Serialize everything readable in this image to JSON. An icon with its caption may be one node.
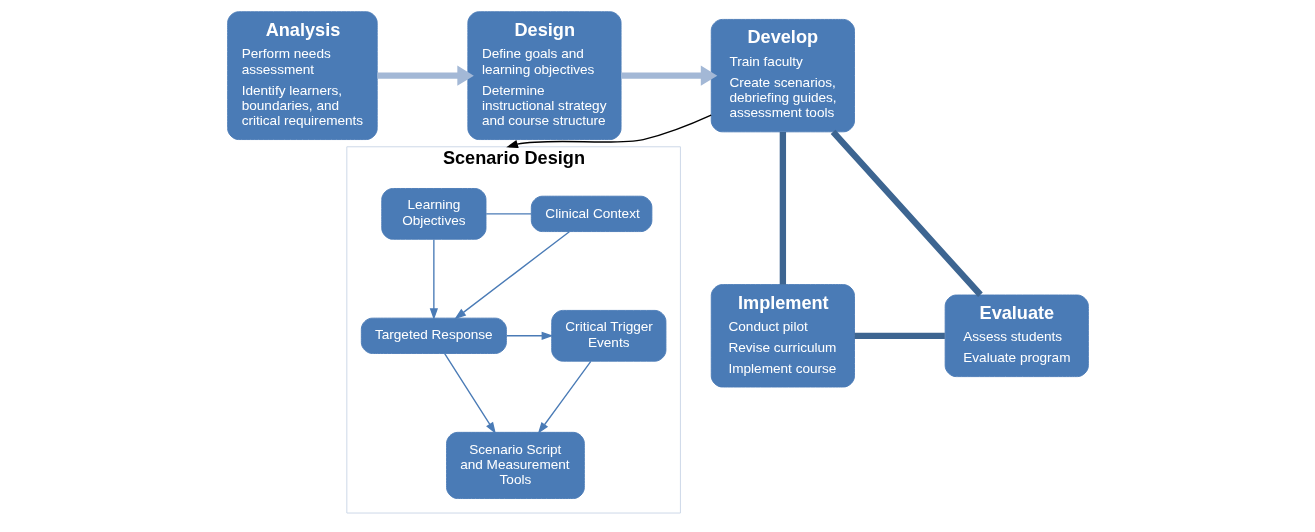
{
  "diagram": {
    "nodes": [
      {
        "text": [
          "Analysis",
          "Perform needs assessment",
          "Identify learners, boundaries, and critical requirements"
        ]
      },
      {
        "text": [
          "Design",
          "Define goals and learning objectives",
          "Determine instructional strategy and course structure"
        ]
      },
      {
        "text": [
          "Develop",
          "Train faculty",
          "Create scenarios, debriefing guides, assessment tools"
        ]
      },
      {
        "text": [
          "Evaluate",
          "Assess students",
          "Evaluate program"
        ]
      },
      {
        "text": [
          "Implement",
          "Conduct pilot",
          "Revise curriculum",
          "Implement course"
        ]
      },
      {
        "text": [
          "Scenario Design"
        ]
      },
      {
        "text": [
          "Learning Objectives"
        ],
        "in": 5
      },
      {
        "text": [
          "Clinical Context"
        ],
        "in": 5
      },
      {
        "text": [
          "Targeted Response"
        ],
        "in": 5
      },
      {
        "text": [
          "Critical Trigger Events"
        ],
        "in": 5
      },
      {
        "text": [
          "Scenario Script and Measurement Tools"
        ],
        "in": 5
      }
    ],
    "edges": [
      {
        "from": 0,
        "to": 1,
        "arrow": "to",
        "style": "thick",
        "color": "#a3b8d6"
      },
      {
        "from": 1,
        "to": 2,
        "arrow": "to",
        "style": "thick",
        "color": "#a3b8d6"
      },
      {
        "from": 2,
        "to": 5,
        "arrow": "to",
        "color": "#000000"
      },
      {
        "from": 2,
        "to": 4,
        "arrow": "none",
        "style": "thick",
        "color": "#3d6591"
      },
      {
        "from": 4,
        "to": 3,
        "arrow": "none",
        "style": "thick",
        "color": "#3d6591"
      },
      {
        "from": 3,
        "to": 2,
        "arrow": "none",
        "style": "thick",
        "color": "#3d6591"
      },
      {
        "from": 6,
        "to": 7,
        "arrow": "none"
      },
      {
        "from": 6,
        "to": 8,
        "arrow": "to"
      },
      {
        "from": 7,
        "to": 8,
        "arrow": "to"
      },
      {
        "from": 8,
        "to": 9,
        "arrow": "to"
      },
      {
        "from": 8,
        "to": 10,
        "arrow": "to"
      },
      {
        "from": 9,
        "to": 10,
        "arrow": "to"
      }
    ]
  }
}
